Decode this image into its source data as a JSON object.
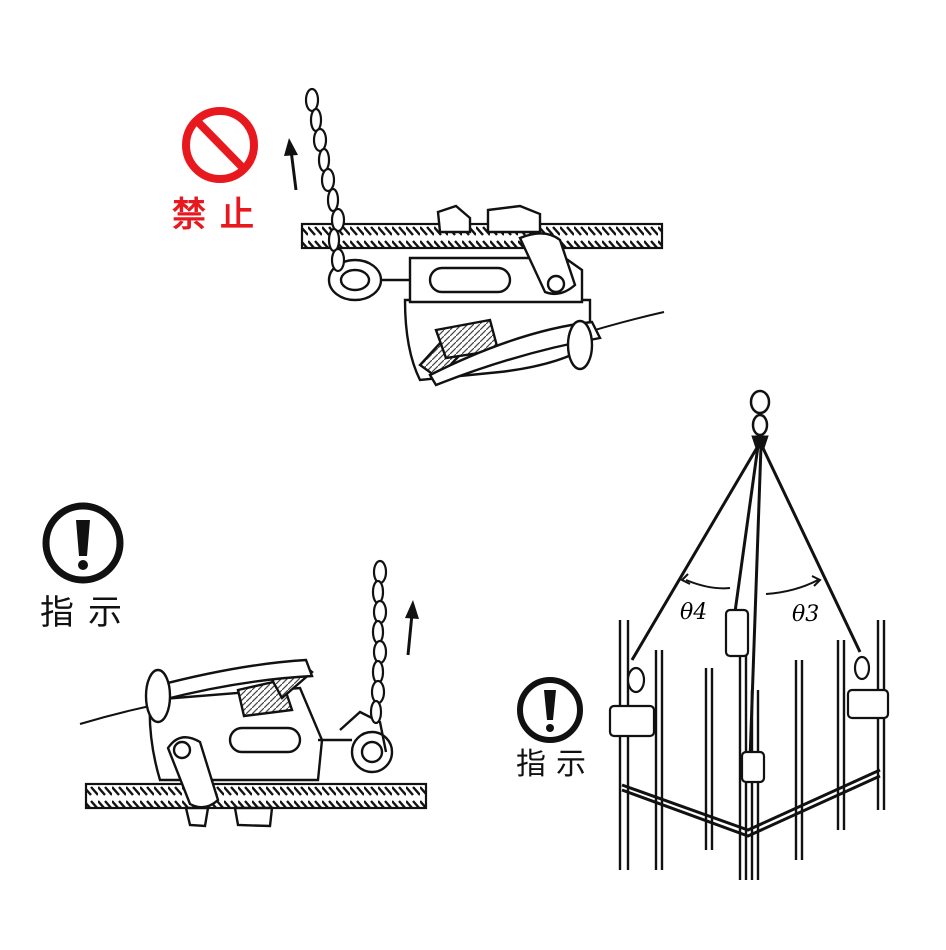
{
  "panels": {
    "prohibited": {
      "label": "禁止",
      "color": "#e8191e",
      "icon": "prohibition-icon"
    },
    "instruction_single": {
      "label": "指示",
      "color": "#111111",
      "icon": "exclamation-icon"
    },
    "instruction_multi": {
      "label": "指示",
      "color": "#111111",
      "icon": "exclamation-icon"
    }
  },
  "angles": {
    "left": "θ4",
    "right": "θ3"
  }
}
